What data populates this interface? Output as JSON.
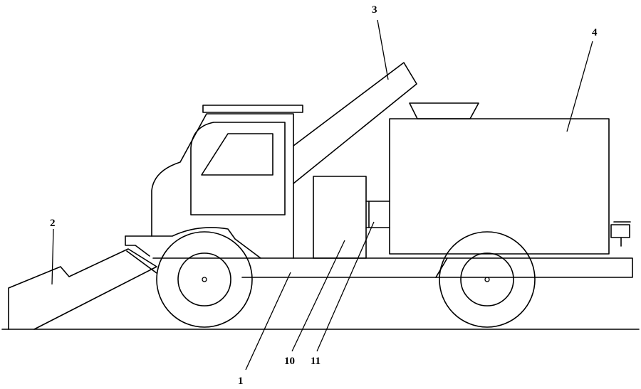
{
  "figure": {
    "reference_numerals": {
      "chassis_frame": "1",
      "front_scoop": "2",
      "elevating_conveyor": "3",
      "storage_tank": "4",
      "device_box": "10",
      "connecting_pipe": "11"
    }
  }
}
